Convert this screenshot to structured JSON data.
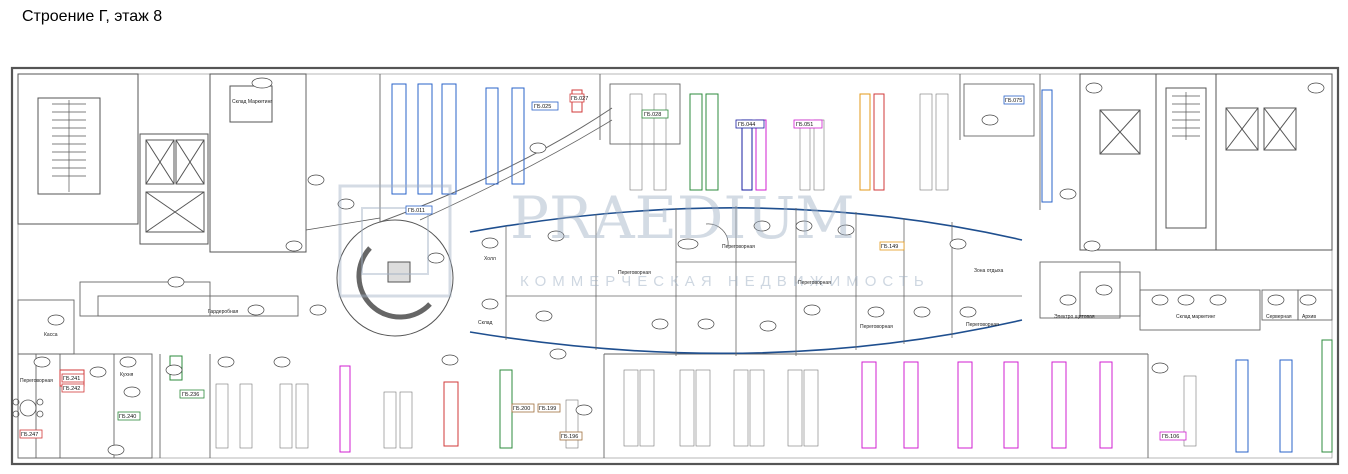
{
  "caption": "Строение Г, этаж 8",
  "watermark": {
    "brand": "PRAEDIUM",
    "subtitle": "КОММЕРЧЕСКАЯ НЕДВИЖИМОСТЬ"
  },
  "room_labels": [
    "Склад Маркетинг",
    "Переговорная",
    "Переговорная",
    "Переговорная",
    "Переговорная",
    "Переговорная",
    "Гардеробная",
    "Холл",
    "Склад",
    "Кухня",
    "Серверная",
    "Архив",
    "Электро щитовая",
    "Склад маркетинг",
    "Переговорная",
    "Зона отдыха",
    "Касса"
  ],
  "zone_tags": [
    "ГБ.011",
    "ГБ.025",
    "ГБ.027",
    "ГБ.028",
    "ГБ.044",
    "ГБ.051",
    "ГБ.075",
    "ГБ.149",
    "ГБ.236",
    "ГБ.240",
    "ГБ.241",
    "ГБ.242",
    "ГБ.247",
    "ГБ.196",
    "ГБ.199",
    "ГБ.200",
    "ГБ.106"
  ],
  "colors": {
    "walls": "#555555",
    "blue": "#2a63c9",
    "green": "#2e8b3c",
    "red": "#d23a3a",
    "magenta": "#d11fd1",
    "orange": "#e39a1a",
    "pink": "#e07aa6",
    "purple": "#8a3fbf",
    "teal": "#1c9a8a",
    "brown": "#a07040",
    "arc": "#1f4f8f"
  }
}
